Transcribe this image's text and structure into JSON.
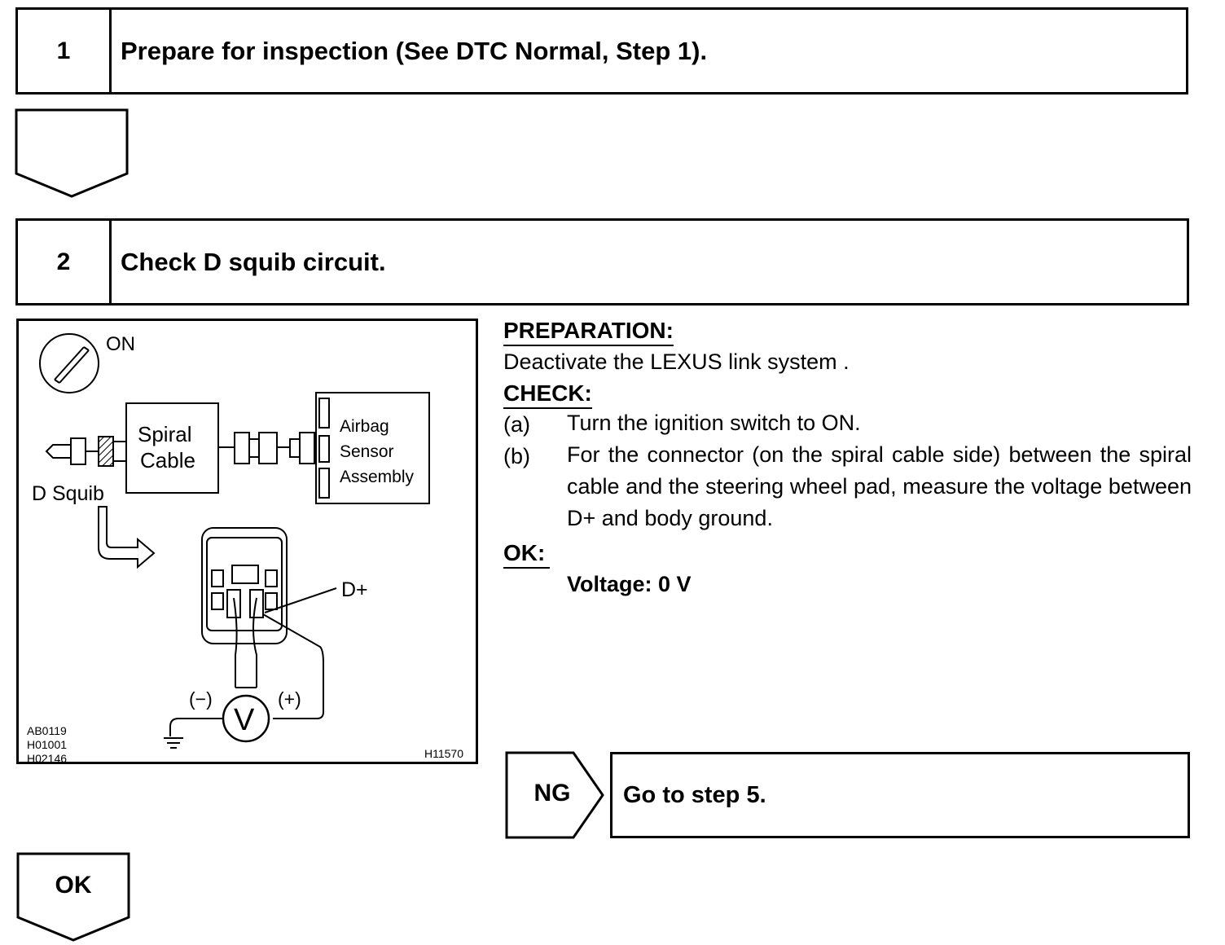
{
  "steps": [
    {
      "number": "1",
      "title": "Prepare for inspection (See DTC Normal, Step 1)."
    },
    {
      "number": "2",
      "title": "Check D squib circuit."
    }
  ],
  "figure": {
    "ignition": "ON",
    "spiral_cable_line1": "Spiral",
    "spiral_cable_line2": "Cable",
    "airbag_line1": "Airbag",
    "airbag_line2": "Sensor",
    "airbag_line3": "Assembly",
    "d_squib": "D Squib",
    "d_plus": "D+",
    "minus": "(−)",
    "plus": "(+)",
    "voltmeter": "V",
    "ref_codes": [
      "AB0119",
      "H01001",
      "H02146"
    ],
    "figure_code": "H11570"
  },
  "instructions": {
    "preparation_header": "PREPARATION:",
    "preparation_text": "Deactivate the LEXUS link system .",
    "check_header": "CHECK:",
    "items": [
      {
        "label": "(a)",
        "text": "Turn the ignition switch to ON."
      },
      {
        "label": "(b)",
        "text": "For the connector (on the spiral cable side) between the spiral cable and the steering wheel pad, measure the voltage between D+ and body ground."
      }
    ],
    "ok_header": "OK:",
    "ok_value": "Voltage: 0 V"
  },
  "ng_branch": {
    "label": "NG",
    "action": "Go to step 5."
  },
  "ok_branch": {
    "label": "OK"
  }
}
